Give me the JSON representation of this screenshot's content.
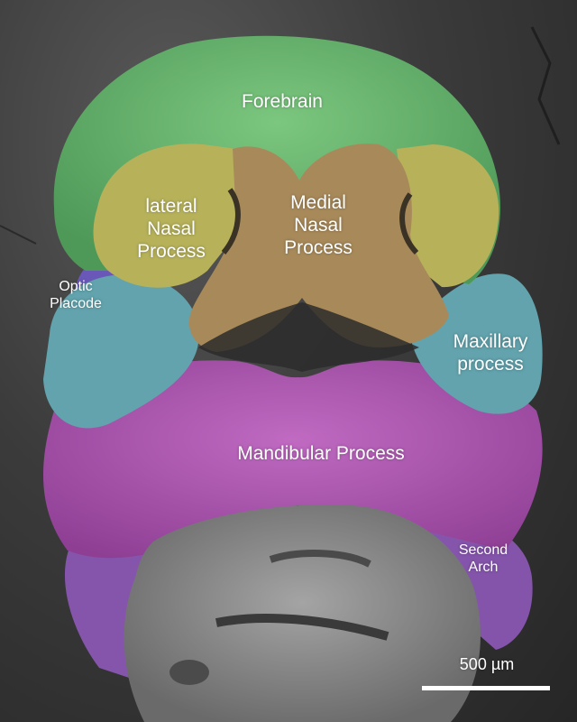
{
  "labels": {
    "forebrain": "Forebrain",
    "lateral_nasal": [
      "lateral",
      "Nasal",
      "Process"
    ],
    "medial_nasal": [
      "Medial",
      "Nasal",
      "Process"
    ],
    "optic_placode": [
      "Optic",
      "Placode"
    ],
    "maxillary": [
      "Maxillary",
      "process"
    ],
    "mandibular": "Mandibular Process",
    "second_arch": [
      "Second",
      "Arch"
    ]
  },
  "scale_bar": {
    "label": "500 µm"
  },
  "colors": {
    "forebrain": "#5fae6a",
    "lateral_nasal": "#b7b25a",
    "medial_nasal": "#a88a5a",
    "optic_placode": "#6a58b8",
    "maxillary": "#62a3ad",
    "mandibular": "#a950ac",
    "second_arch": "#8c58b6",
    "cut_surface": "#8a8a8a",
    "background": "#3a3a3a"
  }
}
